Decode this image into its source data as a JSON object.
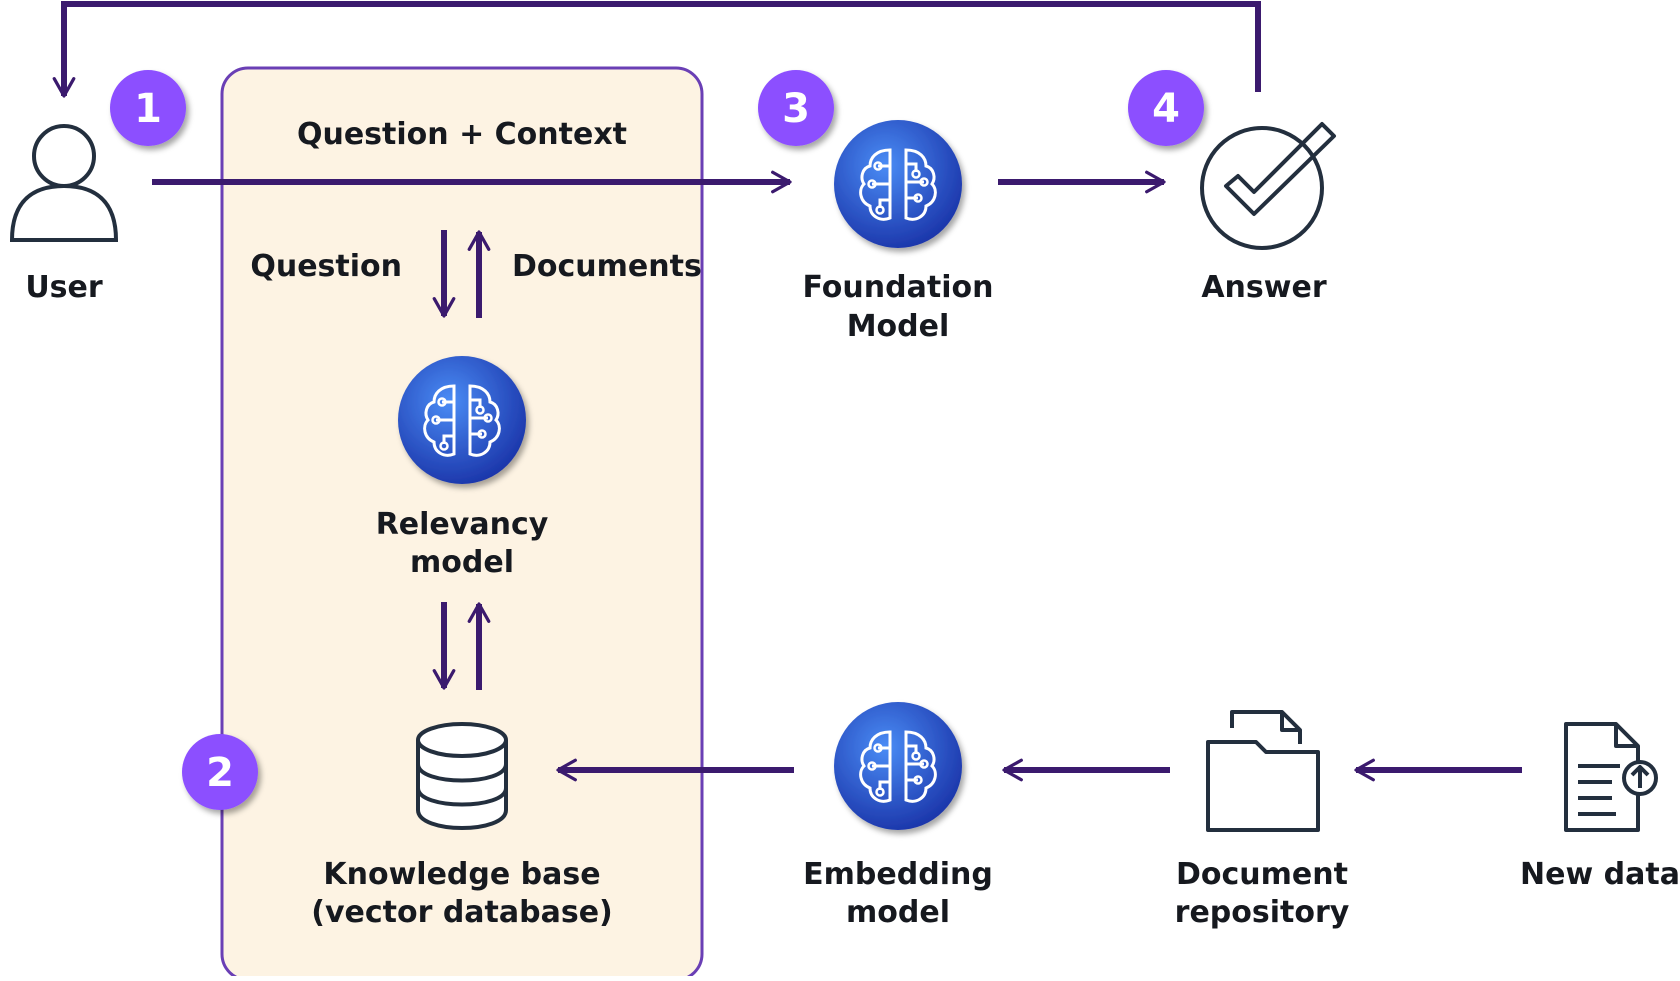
{
  "colors": {
    "arrow": "#3b1a6e",
    "panel_fill": "#fdf3e3",
    "panel_stroke": "#6a3fb5",
    "badge": "#8c4fff",
    "model_icon_dark": "#1f3fb8",
    "model_icon_light": "#3f7ff0",
    "icon_stroke": "#232f3e"
  },
  "steps": {
    "step1": "1",
    "step2": "2",
    "step3": "3",
    "step4": "4"
  },
  "nodes": {
    "user": {
      "label": "User",
      "icon": "user-icon"
    },
    "panel": {
      "title": "Question + Context",
      "question_label": "Question",
      "documents_label": "Documents"
    },
    "relevancy_model": {
      "line1": "Relevancy",
      "line2": "model",
      "icon": "brain-icon"
    },
    "knowledge_base": {
      "line1": "Knowledge base",
      "line2": "(vector database)",
      "icon": "database-icon"
    },
    "foundation_model": {
      "line1": "Foundation",
      "line2": "Model",
      "icon": "brain-icon"
    },
    "answer": {
      "label": "Answer",
      "icon": "checkmark-icon"
    },
    "embedding_model": {
      "line1": "Embedding",
      "line2": "model",
      "icon": "brain-icon"
    },
    "document_repository": {
      "line1": "Document",
      "line2": "repository",
      "icon": "folder-icon"
    },
    "new_data": {
      "label": "New data",
      "icon": "document-upload-icon"
    }
  }
}
